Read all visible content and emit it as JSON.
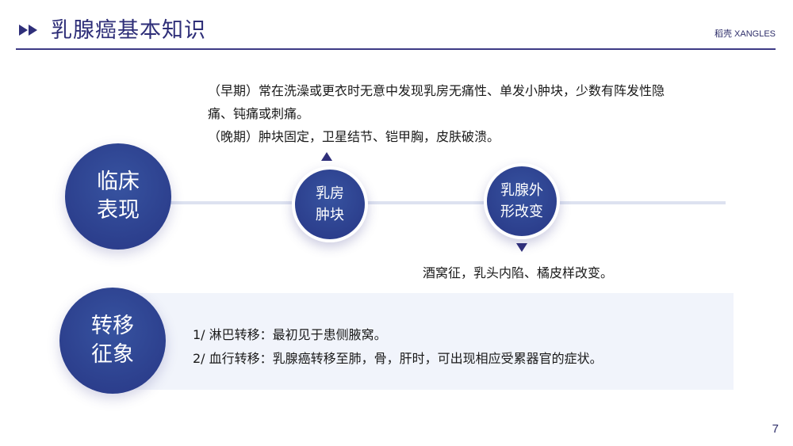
{
  "header": {
    "icon": "double-play-arrow-icon",
    "title": "乳腺癌基本知识",
    "brand": "稻壳 XANGLES"
  },
  "colors": {
    "primary": "#2c3f8d",
    "title": "#2e2e78",
    "timeline": "#dde2f0",
    "panel": "#f1f4fb"
  },
  "clinical": {
    "label": "临床\n表现",
    "nodes": [
      {
        "label": "乳房\n肿块",
        "arrow": "up",
        "details": [
          "（早期）常在洗澡或更衣时无意中发现乳房无痛性、单发小肿块，少数有阵发性隐痛、钝痛或刺痛。",
          "（晚期）肿块固定，卫星结节、铠甲胸，皮肤破溃。"
        ]
      },
      {
        "label": "乳腺外\n形改变",
        "arrow": "down",
        "details": [
          "酒窝征，乳头内陷、橘皮样改变。"
        ]
      }
    ]
  },
  "metastasis": {
    "label": "转移\n征象",
    "items": [
      "1/ 淋巴转移：最初见于患侧腋窝。",
      "2/ 血行转移：乳腺癌转移至肺，骨，肝时，可出现相应受累器官的症状。"
    ]
  },
  "footer": {
    "page_number": "7"
  }
}
